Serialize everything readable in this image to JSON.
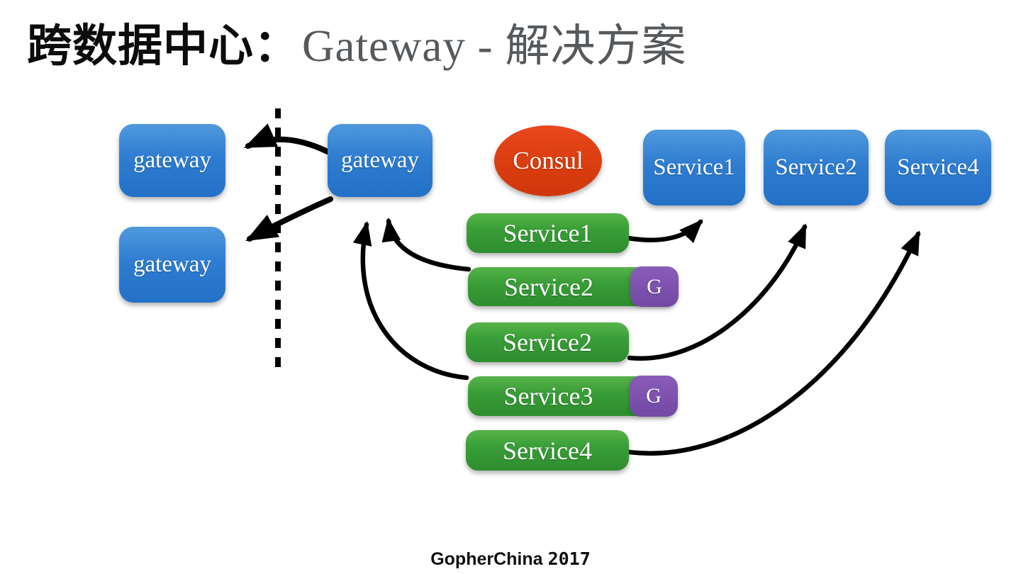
{
  "title": {
    "prefix": "跨数据中心：",
    "suffix": "Gateway - 解决方案"
  },
  "footer": {
    "brand": "GopherChina",
    "year": "2017"
  },
  "colors": {
    "node_blue": "#2f7dd1",
    "service_green": "#3a9e38",
    "badge_purple": "#7a4fae",
    "consul_red": "#d93c0e",
    "arrow_black": "#000000",
    "title_black": "#0c0c0c",
    "title_gray": "#55595c",
    "background": "#ffffff"
  },
  "diagram": {
    "datacenter_left": {
      "gateway_top": {
        "label": "gateway"
      },
      "gateway_bottom": {
        "label": "gateway"
      }
    },
    "boundary": {
      "style": "vertical-dashed-line"
    },
    "datacenter_right": {
      "gateway": {
        "label": "gateway"
      },
      "consul": {
        "label": "Consul"
      },
      "registered_services": [
        {
          "label": "Service1",
          "badge": ""
        },
        {
          "label": "Service2",
          "badge": "G"
        },
        {
          "label": "Service2",
          "badge": ""
        },
        {
          "label": "Service3",
          "badge": "G"
        },
        {
          "label": "Service4",
          "badge": ""
        }
      ],
      "service_nodes": [
        {
          "label": "Service1"
        },
        {
          "label": "Service2"
        },
        {
          "label": "Service4"
        }
      ]
    }
  }
}
